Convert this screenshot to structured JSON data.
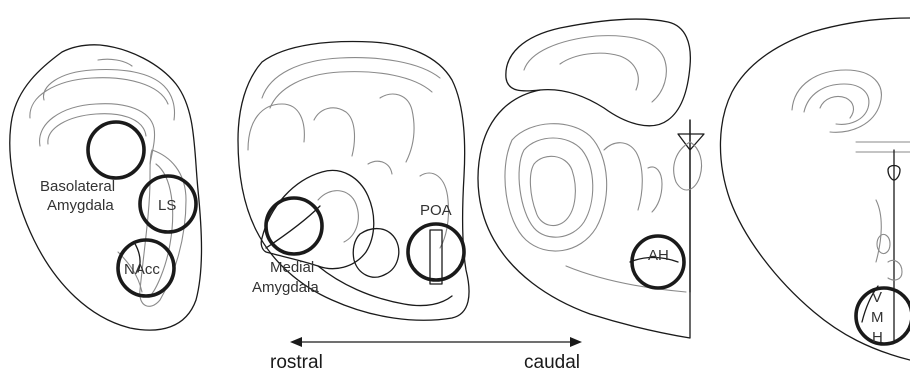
{
  "regions": {
    "basolateral_amygdala": [
      "Basolateral",
      "Amygdala"
    ],
    "ls": "LS",
    "nacc": "NAcc",
    "medial_amygdala": [
      "Medial",
      "Amygdala"
    ],
    "poa": "POA",
    "ah": "AH",
    "vmh": [
      "V",
      "M",
      "H"
    ]
  },
  "axis": {
    "left": "rostral",
    "right": "caudal"
  }
}
